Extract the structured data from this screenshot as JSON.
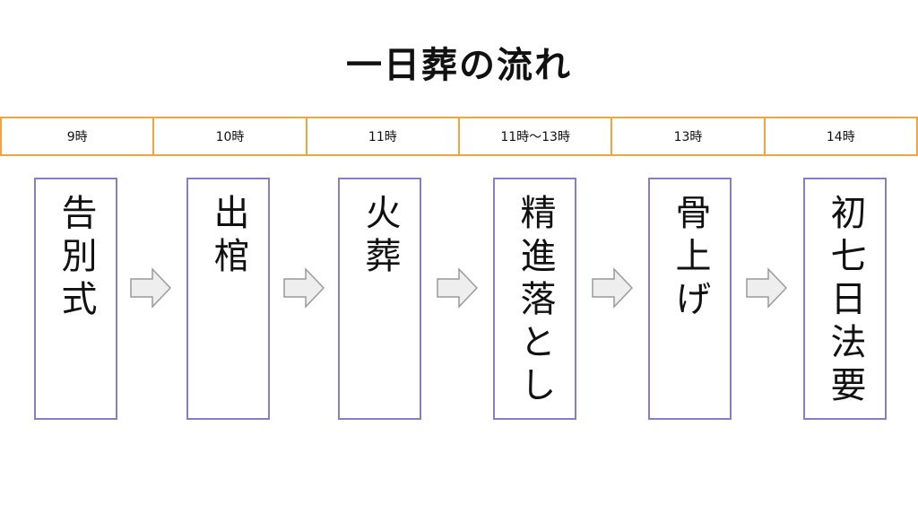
{
  "title": "一日葬の流れ",
  "times": [
    "9時",
    "10時",
    "11時",
    "11時〜13時",
    "13時",
    "14時"
  ],
  "steps": [
    {
      "label": "告別式"
    },
    {
      "label": "出棺"
    },
    {
      "label": "火葬"
    },
    {
      "label": "精進落とし"
    },
    {
      "label": "骨上げ"
    },
    {
      "label": "初七日法要"
    }
  ],
  "colors": {
    "time_border": "#f4a340",
    "step_border": "#8b7cc8",
    "arrow_fill": "#eeeeee",
    "arrow_stroke": "#9a9a9a"
  }
}
